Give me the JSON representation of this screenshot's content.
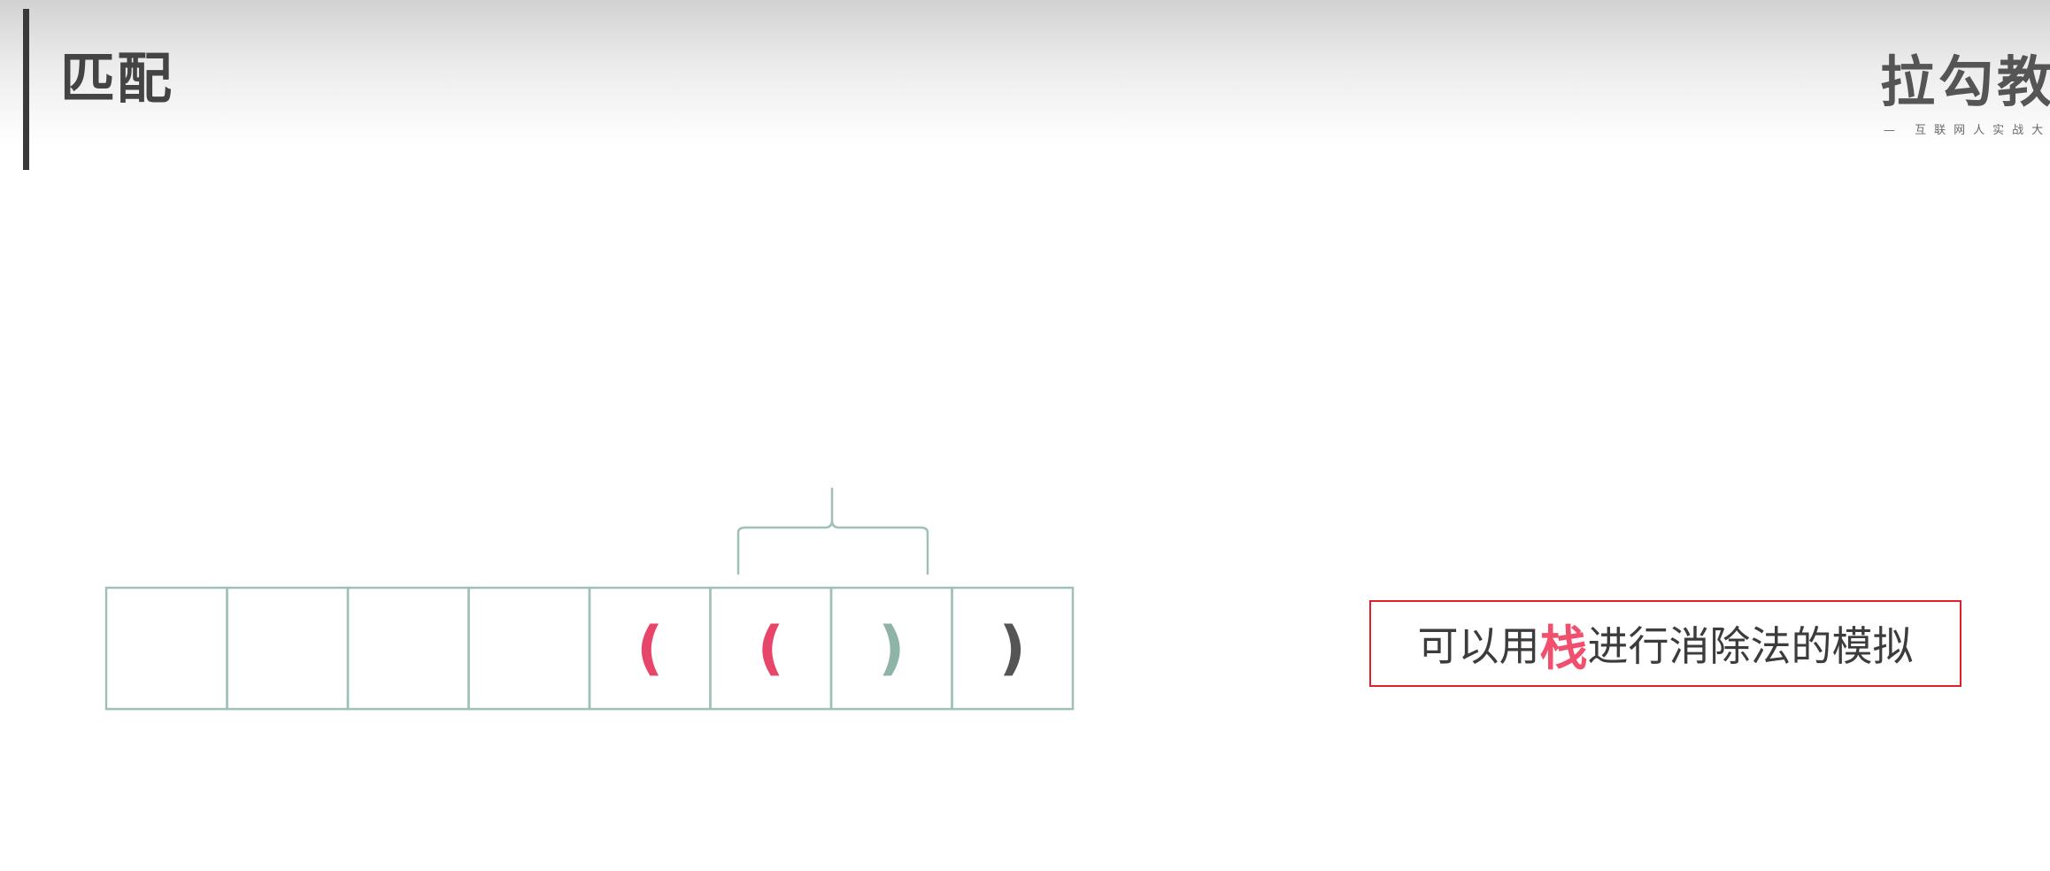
{
  "header": {
    "title": "匹配",
    "logo_text": "拉勾教",
    "logo_subtitle": "— 互联网人实战大"
  },
  "cells": [
    {
      "char": "",
      "color": ""
    },
    {
      "char": "",
      "color": ""
    },
    {
      "char": "",
      "color": ""
    },
    {
      "char": "",
      "color": ""
    },
    {
      "char": "(",
      "color": "#e8456a"
    },
    {
      "char": "(",
      "color": "#e8456a"
    },
    {
      "char": ")",
      "color": "#8fb3a4"
    },
    {
      "char": ")",
      "color": "#555555"
    }
  ],
  "colors": {
    "cell_border": "#9ec1b3",
    "brace": "#9ec1b3",
    "callout_border": "#e0202a",
    "highlight": "#f0506e"
  },
  "callout": {
    "before": "可以用",
    "highlight": "栈",
    "after": "进行消除法的模拟"
  }
}
